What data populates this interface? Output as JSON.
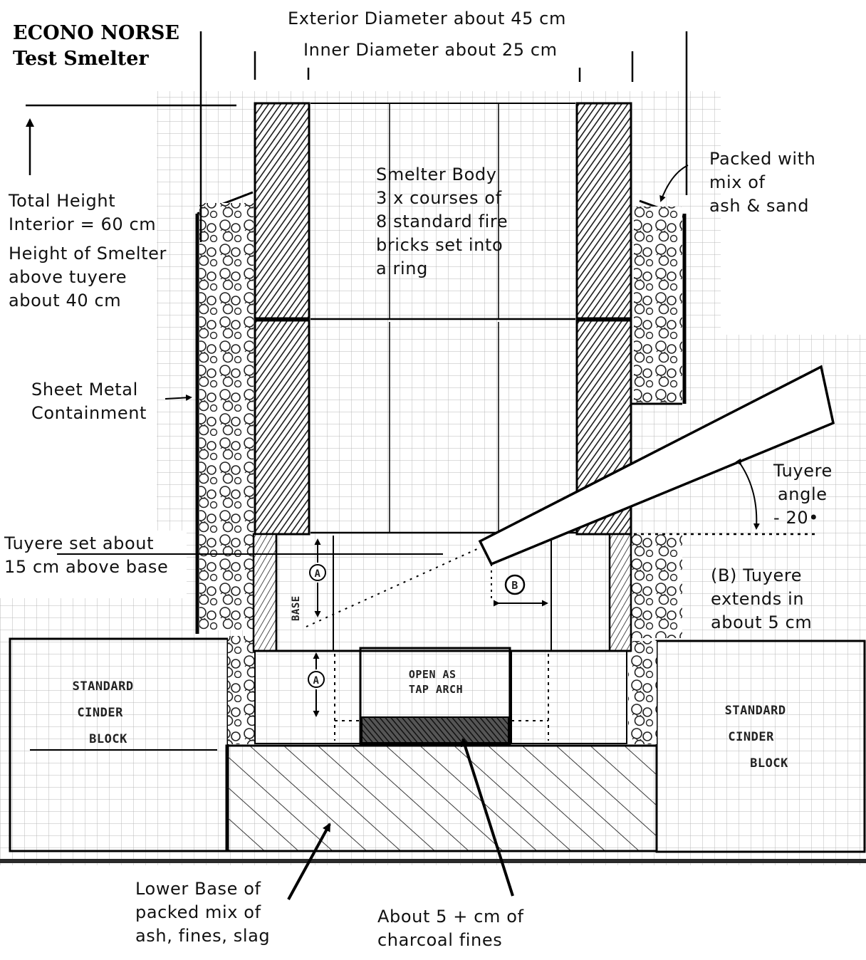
{
  "title": {
    "line1": "ECONO NORSE",
    "line2": "Test Smelter"
  },
  "labels": {
    "exterior_diameter": "Exterior Diameter about 45 cm",
    "inner_diameter": "Inner Diameter about 25 cm",
    "total_height": [
      "Total Height",
      "Interior = 60 cm"
    ],
    "smelter_height": [
      "Height of Smelter",
      "above tuyere",
      "about 40 cm"
    ],
    "smelter_body": [
      "Smelter Body",
      "3 x courses of",
      "8 standard fire",
      "bricks set into",
      "a ring"
    ],
    "packed_with": [
      "Packed with",
      "mix of",
      "ash & sand"
    ],
    "sheet_metal": [
      "Sheet Metal",
      "Containment"
    ],
    "tuyere_angle": [
      "Tuyere",
      "angle",
      "- 20•"
    ],
    "tuyere_set": [
      "Tuyere set about",
      "15 cm above base"
    ],
    "tuyere_extends": [
      "(B) Tuyere",
      "extends in",
      "about 5 cm"
    ],
    "cinder_left": [
      "STANDARD",
      "CINDER",
      "BLOCK"
    ],
    "cinder_right": [
      "STANDARD",
      "CINDER",
      "BLOCK"
    ],
    "tap_arch": [
      "OPEN AS",
      "TAP ARCH"
    ],
    "base_mark": "BASE",
    "marker_a": "A",
    "marker_b": "B",
    "lower_base": [
      "Lower Base of",
      "packed mix of",
      "ash, fines, slag"
    ],
    "charcoal": [
      "About 5 + cm of",
      "charcoal fines"
    ]
  }
}
